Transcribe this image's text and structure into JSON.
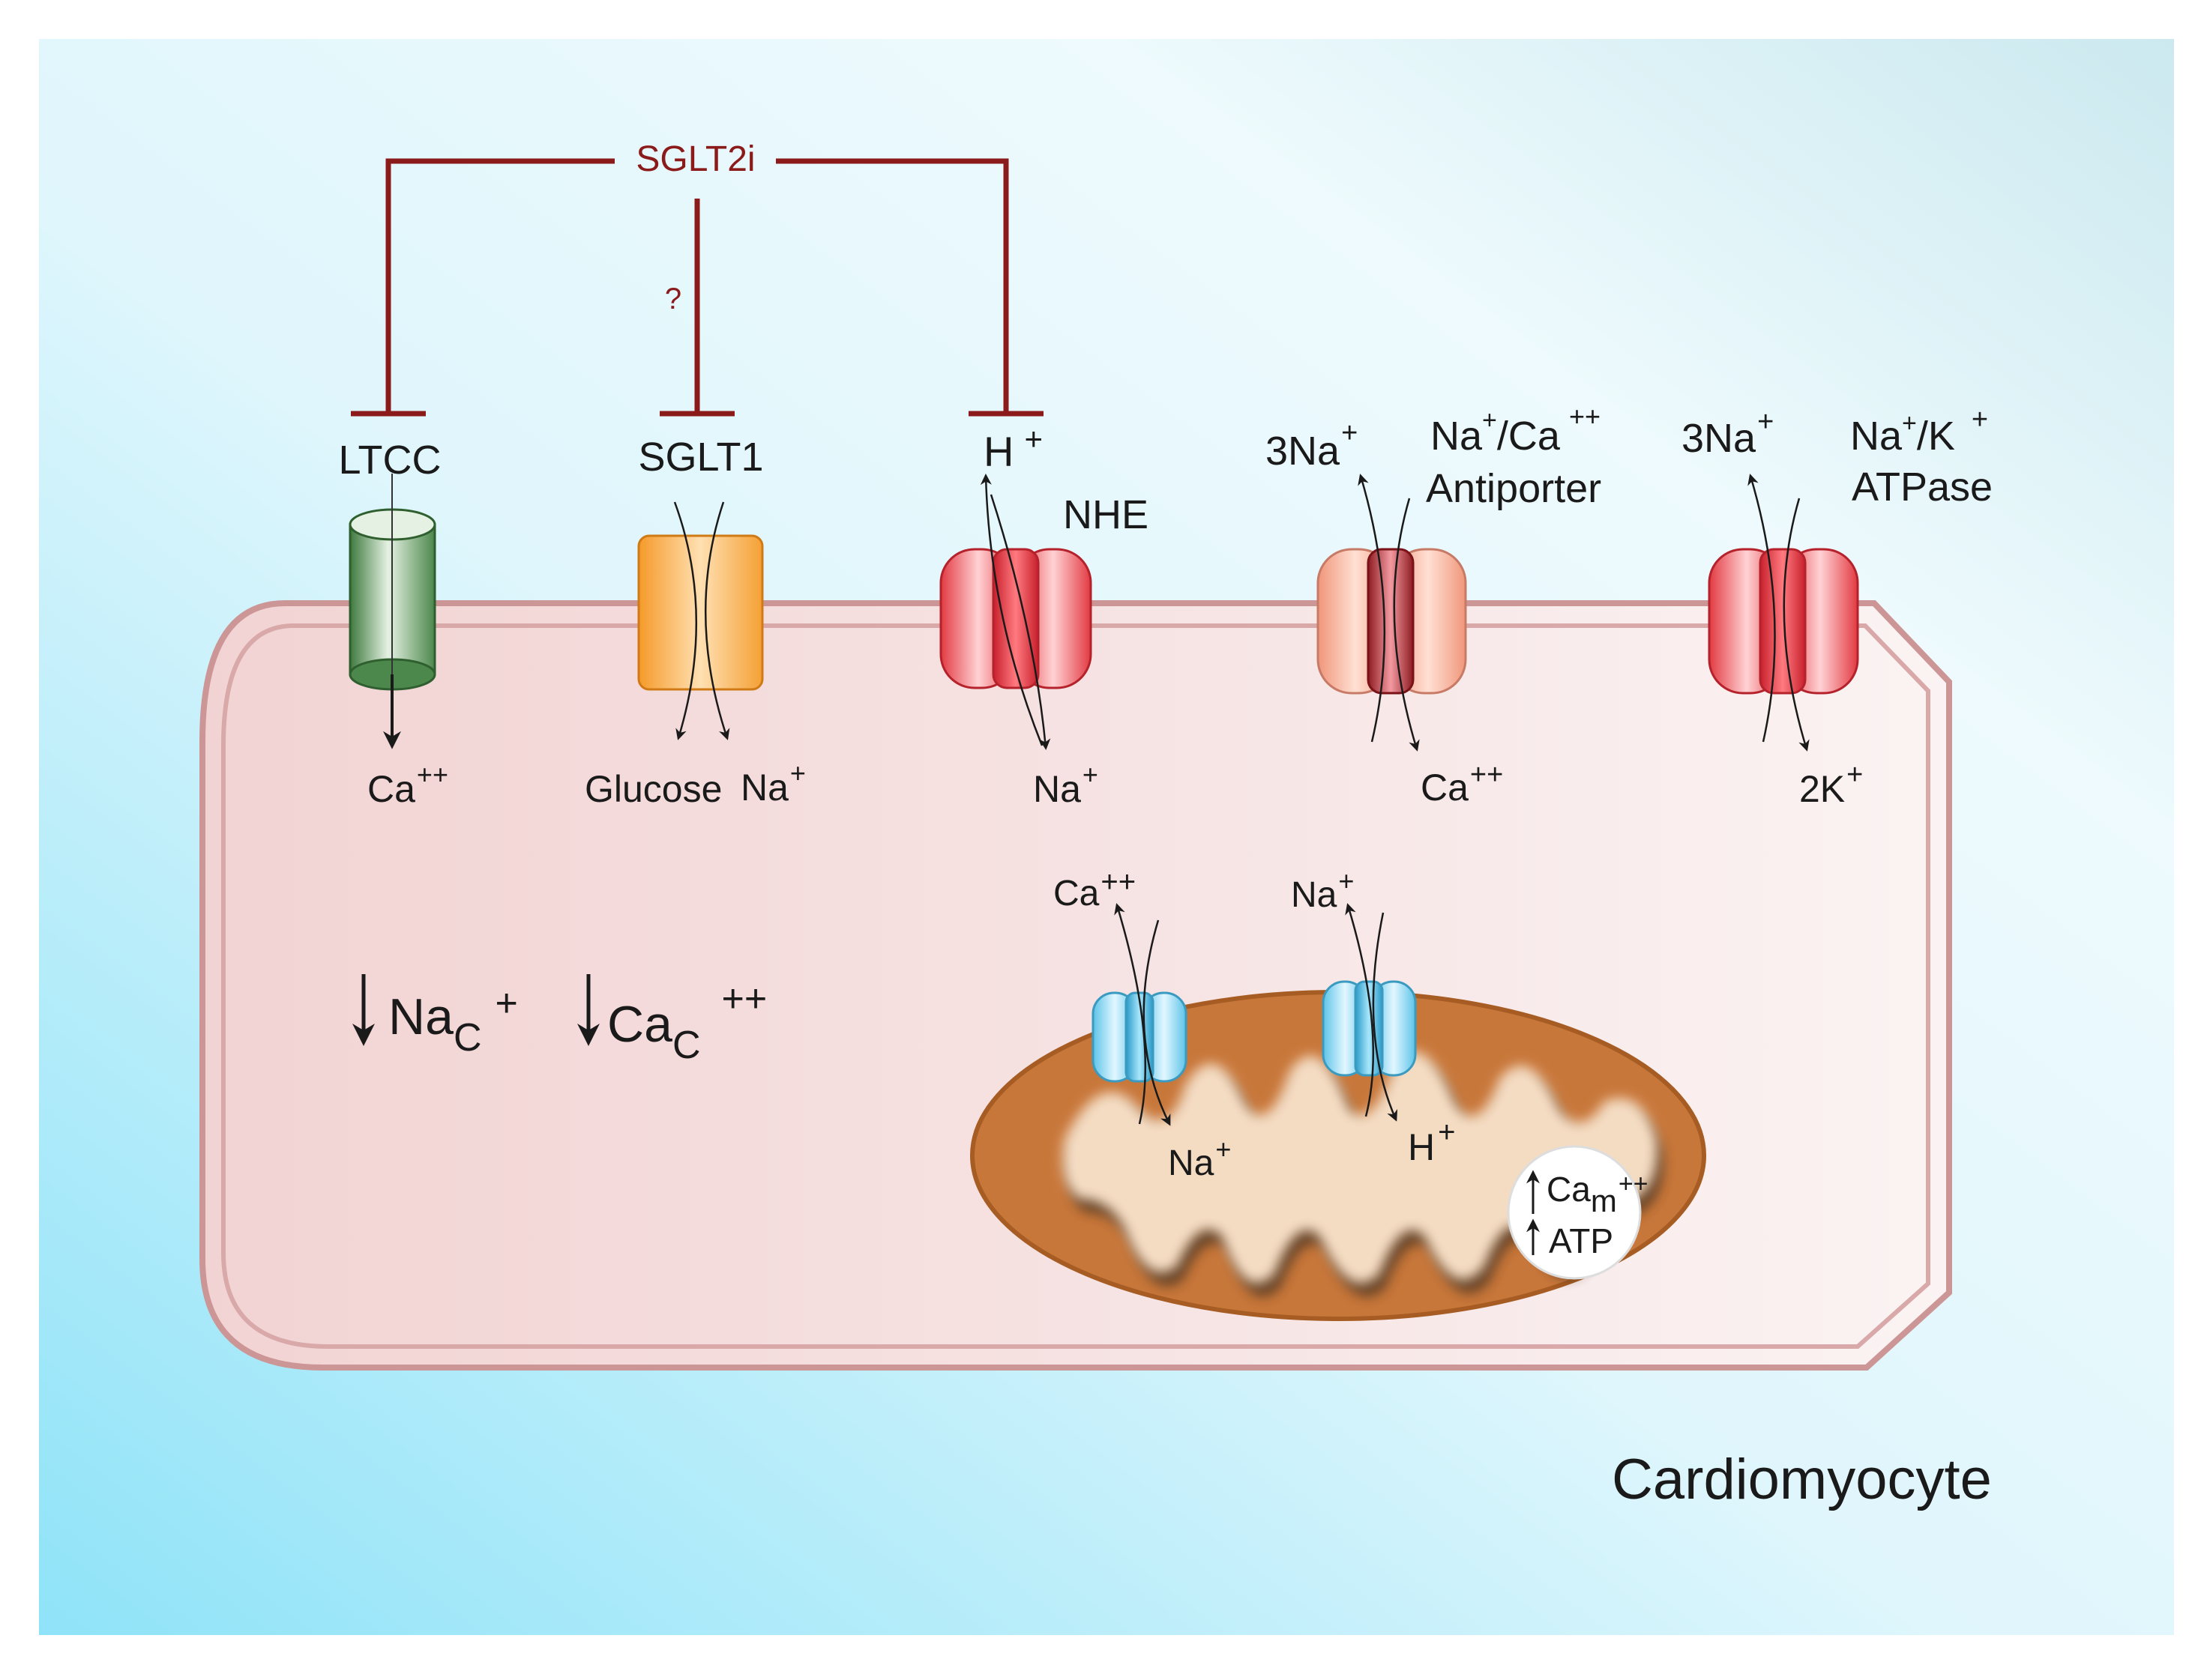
{
  "drug": {
    "name": "SGLT2i",
    "uncertain_mark": "?"
  },
  "membrane_labels": {
    "ltcc": "LTCC",
    "sglt1": "SGLT1",
    "h_plus": "H",
    "h_plus_sup": "+",
    "nhe": "NHE",
    "antiporter_na_out": "3Na",
    "antiporter_na_out_sup": "+",
    "antiporter_line1_a": "Na",
    "antiporter_line1_sup": "+",
    "antiporter_line1_b": "/Ca",
    "antiporter_line1_sup2": "++",
    "antiporter_line2": "Antiporter",
    "atpase_na_out": "3Na",
    "atpase_na_out_sup": "+",
    "atpase_line1_a": "Na",
    "atpase_line1_sup": "+",
    "atpase_line1_b": "/K",
    "atpase_line1_sup2": "+",
    "atpase_line2": "ATPase"
  },
  "cytosol_labels": {
    "ltcc_ca": "Ca",
    "ltcc_ca_sup": "++",
    "glucose": "Glucose",
    "sglt1_na": "Na",
    "sglt1_na_sup": "+",
    "nhe_na": "Na",
    "nhe_na_sup": "+",
    "antiporter_ca": "Ca",
    "antiporter_ca_sup": "++",
    "atpase_k": "2K",
    "atpase_k_sup": "+",
    "nac_base": "Na",
    "nac_sub": "C",
    "nac_sup": "+",
    "cac_base": "Ca",
    "cac_sub": "C",
    "cac_sup": "++"
  },
  "mito_labels": {
    "ca_out": "Ca",
    "ca_out_sup": "++",
    "na_out": "Na",
    "na_out_sup": "+",
    "na_in": "Na",
    "na_in_sup": "+",
    "h_in": "H",
    "h_in_sup": "+",
    "cam_base": "Ca",
    "cam_sub": "m",
    "cam_sup": "++",
    "atp": "ATP"
  },
  "cell_label": "Cardiomyocyte",
  "colors": {
    "inhibitor": "#8b1a1a",
    "membrane": "#d9a3a3",
    "ltcc": "#5f9a5f",
    "sglt1": "#f6a23a",
    "nhe": "#e8424a",
    "antiporter": "#f3a487",
    "mito_outer": "#c8773a",
    "mito_channel": "#7fd0ee"
  }
}
